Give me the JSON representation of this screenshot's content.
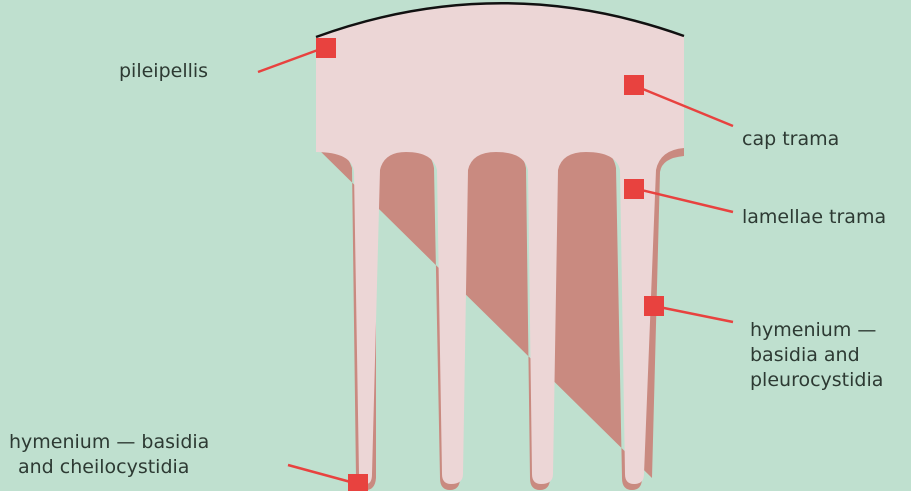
{
  "labels": {
    "pileipellis": "pileipellis",
    "cap_trama": "cap trama",
    "lamellae_trama": "lamellae trama",
    "hymenium_pleuro": [
      "hymenium —",
      "basidia and",
      "pleurocystidia"
    ],
    "hymenium_cheilo": [
      "hymenium — basidia",
      "and cheilocystidia"
    ]
  },
  "colors": {
    "background": "#bfe0cf",
    "tissue_fill": "#ecd6d6",
    "hymenium_layer": "#c98a80",
    "pileipellis_line": "#111111",
    "marker": "#e8423f",
    "leader": "#e8423f"
  }
}
